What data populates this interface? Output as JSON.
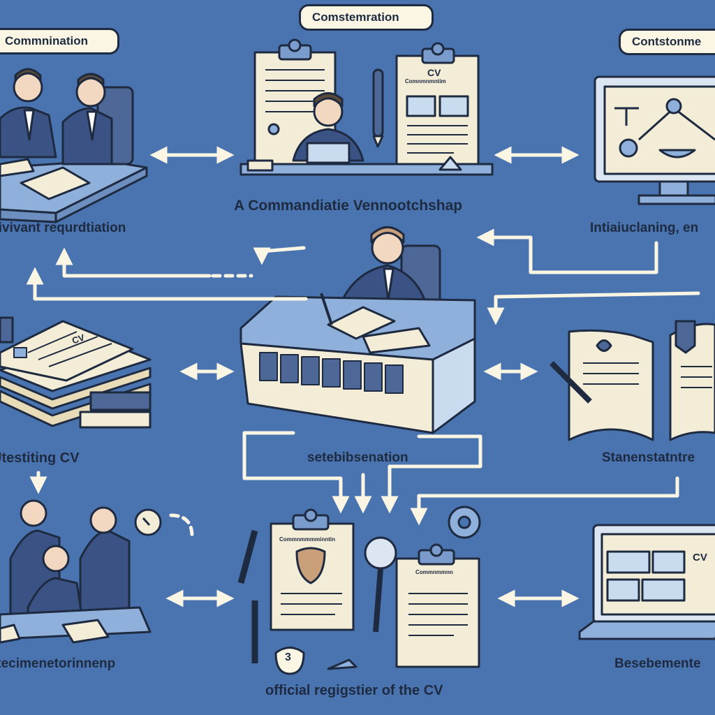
{
  "tags": {
    "top_left": "Commnination",
    "top_center": "Comstemration",
    "top_right": "Contstonme"
  },
  "labels": {
    "top_center": "A Commandiatie Vennootchshap",
    "left_top": "Divivant requrdtiation",
    "right_top": "Intiaiuclaning, en",
    "left_mid": "Utestiting CV",
    "center_mid": "setebibsenation",
    "right_mid": "Stanenstatntre",
    "left_bottom": "Itecimenetorinnenp",
    "center_bottom": "official regigstier of the CV",
    "right_bottom": "Besebemente"
  },
  "document_text": {
    "cv_top": "CV",
    "cv_top_sub": "Comnmnmntim",
    "cv_left": "CV",
    "clip_bottom_left": "Commnmmmminntin",
    "clip_bottom_right": "Commnmmnn",
    "laptop_cv": "CV",
    "badge_number": "3"
  },
  "colors": {
    "background": "#4a74b0",
    "outline": "#1e2a40",
    "paper": "#f3ecd6",
    "arrow": "#fbf6e4",
    "suit": "#3a5384"
  }
}
